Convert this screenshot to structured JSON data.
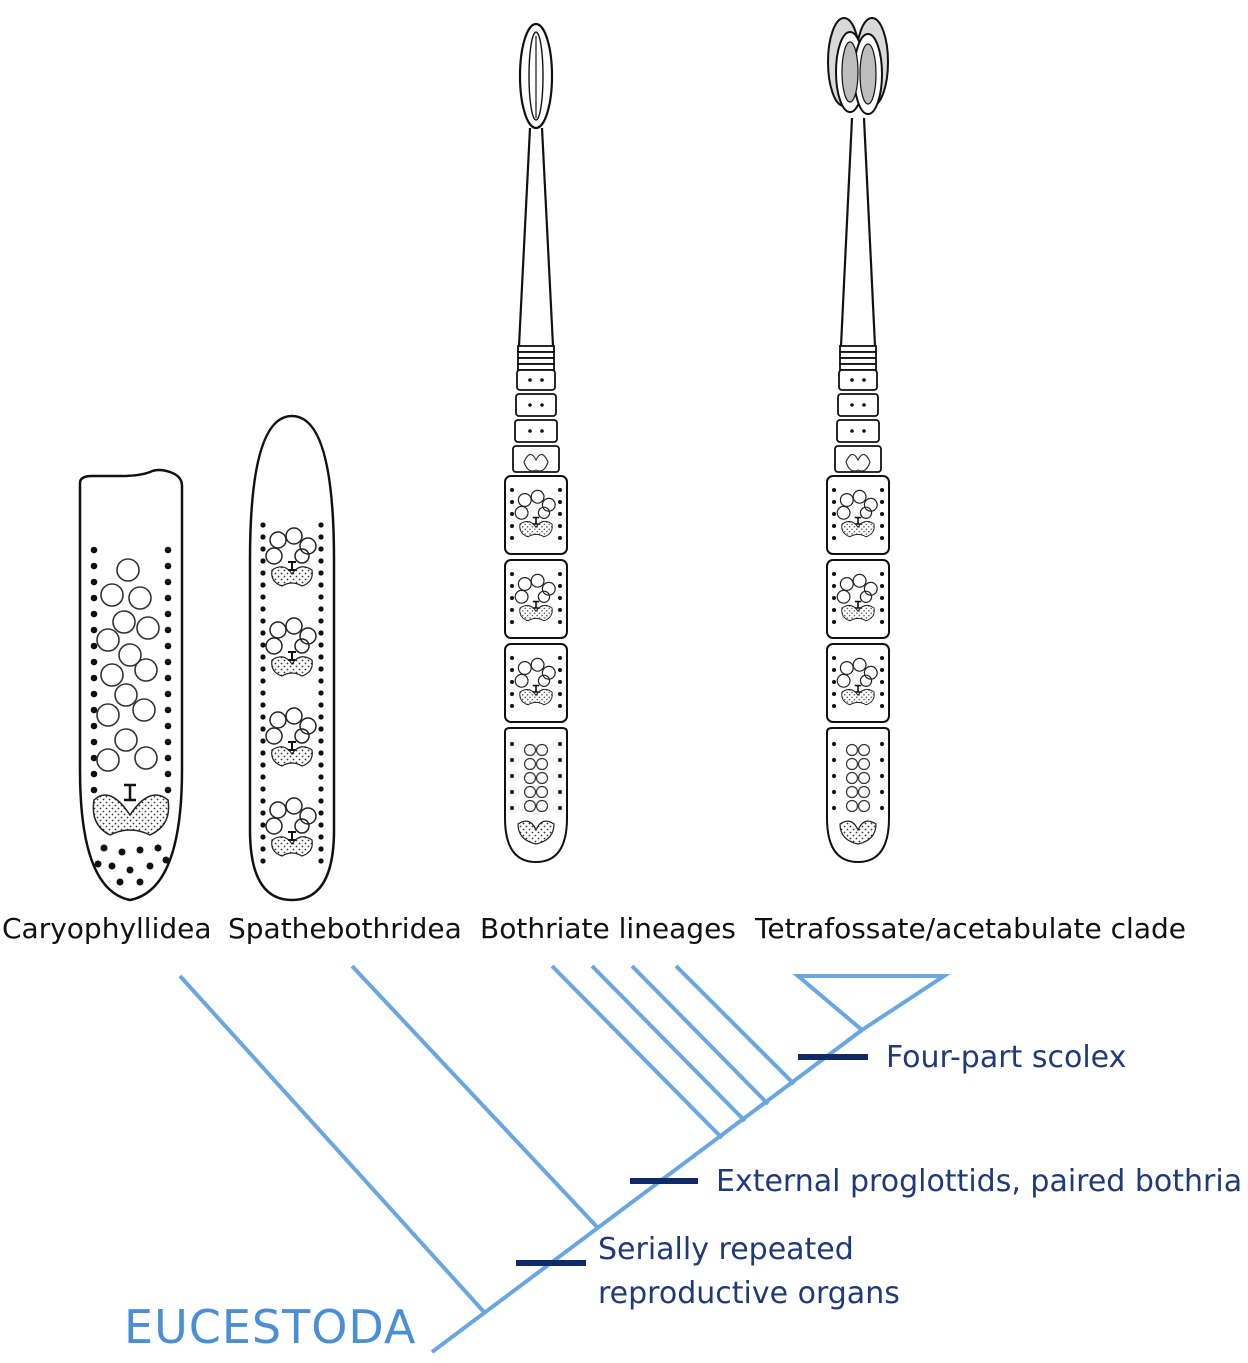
{
  "taxa": {
    "caryophyllidea": "Caryophyllidea",
    "spathebothridea": "Spathebothridea",
    "bothriate": "Bothriate lineages",
    "tetrafossate": "Tetrafossate/acetabulate clade"
  },
  "traits": {
    "four_part_scolex": "Four-part scolex",
    "external_proglottids": "External proglottids, paired bothria",
    "serially_repeated_line1": "Serially repeated",
    "serially_repeated_line2": "reproductive organs"
  },
  "clade": {
    "root_label": "EUCESTODA"
  },
  "colors": {
    "tree_lines": "#6aa6e0",
    "trait_bars": "#0f2a6b",
    "trait_text": "#1f3a78",
    "clade_text": "#4a8fd6",
    "organism_outline": "#111111"
  },
  "icons": {
    "caryophyllidea": "unsegmented-worm-icon",
    "spathebothridea": "internally-segmented-worm-icon",
    "bothriate": "strobilated-tapeworm-icon",
    "tetrafossate": "four-part-scolex-tapeworm-icon"
  }
}
